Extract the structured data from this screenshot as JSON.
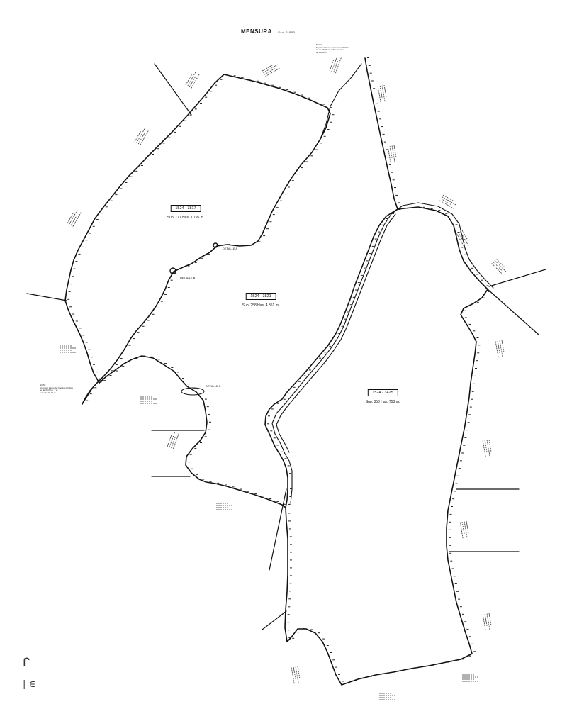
{
  "header": {
    "title": "MENSURA",
    "scale": "Esc. 1:500"
  },
  "parcels": [
    {
      "id": "1524 - 3817",
      "area": "Sup. 177 Has. 1 795 m."
    },
    {
      "id": "1524 - 3821",
      "area": "Sup. 258 Has. 4 351 m."
    },
    {
      "id": "1524 - 3425",
      "area": "Sup. 353 Has. 753 m."
    }
  ],
  "details": {
    "a": "DETALLE A",
    "b": "DETALLE B",
    "c": "DETALLE C"
  },
  "notes": {
    "top": "NOTA:\nEl primer tramo del Camino Público\nse de 30,00 m. sobre el norte\nde 20,00 m.",
    "left": "NOTA:\nEl primer tramo del Camino Público\nse de 30,00 m. y el\nresto de 20,00 m."
  },
  "margin_marks": {
    "upper": "ᒋ",
    "lower": "| ∈"
  }
}
